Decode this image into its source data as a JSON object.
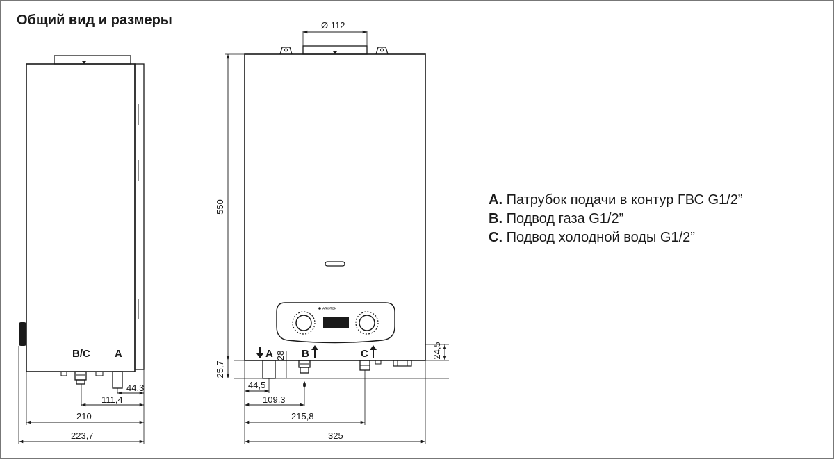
{
  "title": "Общий вид и размеры",
  "side_view": {
    "labels": {
      "bc": "B/C",
      "a": "A"
    },
    "dims": {
      "d44_3": "44,3",
      "d111_4": "111,4",
      "d210": "210",
      "d223_7": "223,7"
    }
  },
  "front_view": {
    "brand": "ARISTON",
    "labels": {
      "a": "A",
      "b": "B",
      "c": "C"
    },
    "dims": {
      "d112": "Ø 112",
      "d550": "550",
      "d25_7": "25,7",
      "d28": "28",
      "d24_5": "24,5",
      "d44_5": "44,5",
      "d109_3": "109,3",
      "d215_8": "215,8",
      "d325": "325"
    }
  },
  "legend": [
    {
      "key": "A.",
      "text": "Патрубок подачи в контур ГВС G1/2”"
    },
    {
      "key": "B.",
      "text": "Подвод газа G1/2”"
    },
    {
      "key": "C.",
      "text": "Подвод холодной воды G1/2”"
    }
  ],
  "colors": {
    "line": "#1a1a1a",
    "border": "#777777"
  }
}
